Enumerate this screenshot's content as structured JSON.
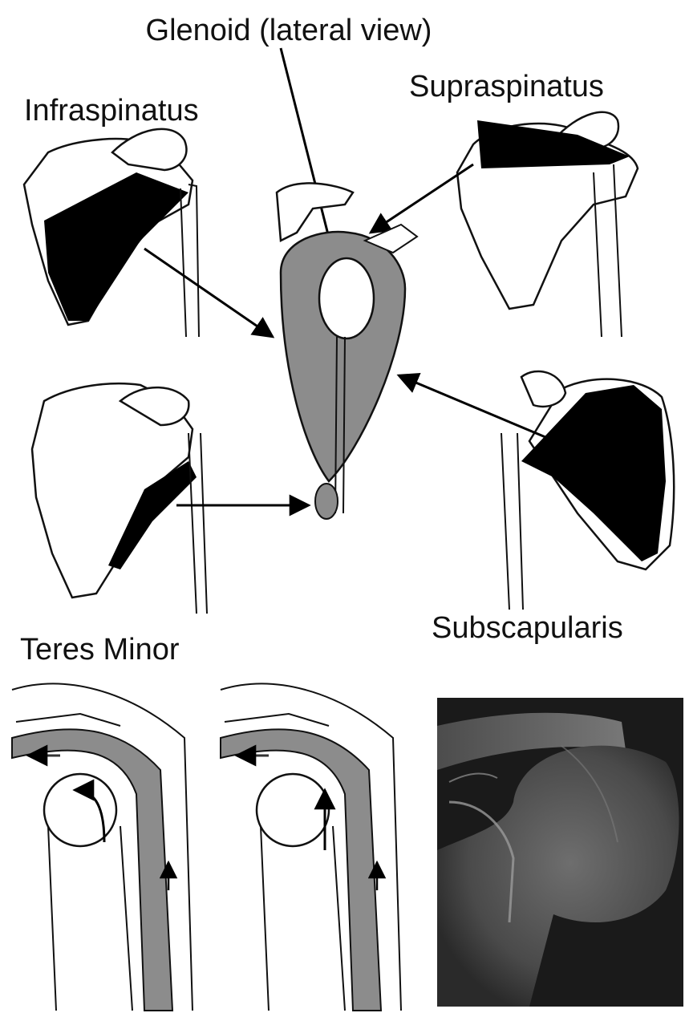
{
  "labels": {
    "glenoid": "Glenoid (lateral view)",
    "infraspinatus": "Infraspinatus",
    "supraspinatus": "Supraspinatus",
    "teres_minor": "Teres Minor",
    "subscapularis": "Subscapularis"
  },
  "colors": {
    "muscle_dark": "#000000",
    "muscle_gray": "#8c8c8c",
    "outline": "#111111",
    "xray_background": "#1a1a1a"
  }
}
